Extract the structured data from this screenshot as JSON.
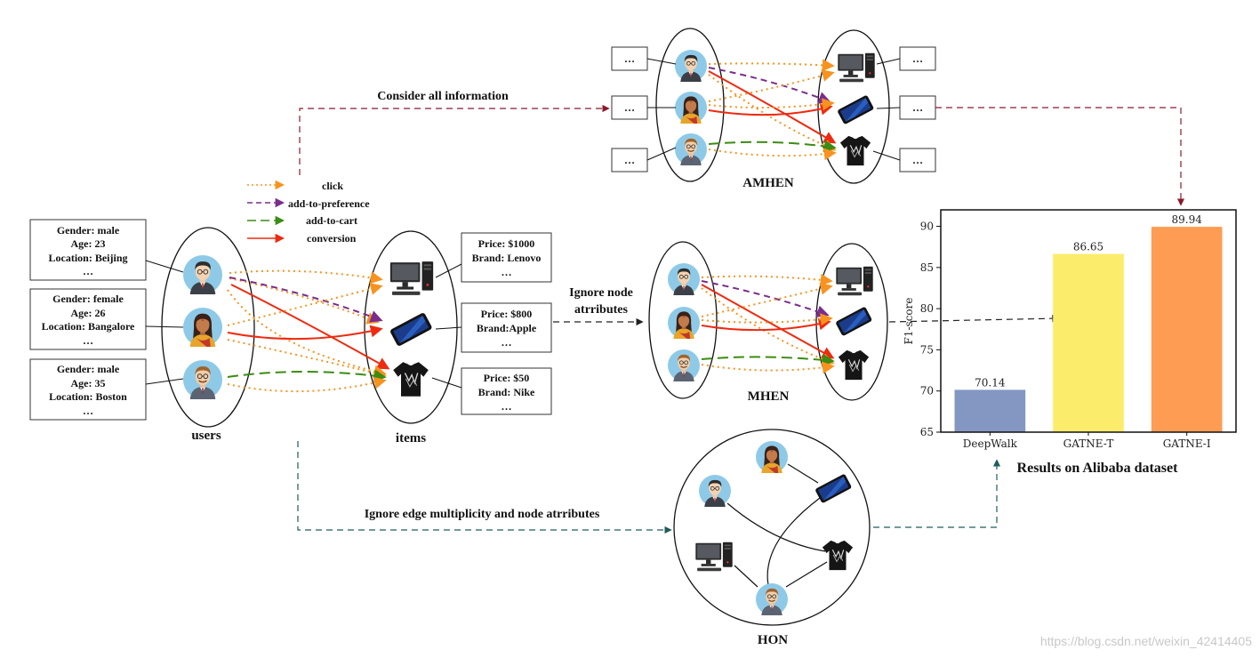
{
  "legend": {
    "click": "click",
    "add_to_preference": "add-to-preference",
    "add_to_cart": "add-to-cart",
    "conversion": "conversion"
  },
  "edge_colors": {
    "click": "#f7931e",
    "add_to_preference": "#7a2d8c",
    "add_to_cart": "#3a8c12",
    "conversion": "#ee2a10",
    "flow_red": "#8b1a2b",
    "flow_teal": "#1d5c5c",
    "flow_black": "#222222"
  },
  "users_label": "users",
  "items_label": "items",
  "user_info": [
    {
      "l1": "Gender: male",
      "l2": "Age: 23",
      "l3": "Location: Beijing",
      "l4": "…"
    },
    {
      "l1": "Gender: female",
      "l2": "Age: 26",
      "l3": "Location: Bangalore",
      "l4": "…"
    },
    {
      "l1": "Gender: male",
      "l2": "Age: 35",
      "l3": "Location: Boston",
      "l4": "…"
    }
  ],
  "item_info": [
    {
      "l1": "Price: $1000",
      "l2": "Brand: Lenovo",
      "l3": "…"
    },
    {
      "l1": "Price: $800",
      "l2": "Brand:Apple",
      "l3": "…"
    },
    {
      "l1": "Price: $50",
      "l2": "Brand: Nike",
      "l3": "…"
    }
  ],
  "amhen": {
    "label": "AMHEN",
    "flow_label": "Consider all information",
    "placeholder": "…"
  },
  "mhen": {
    "label": "MHEN",
    "flow_label_line1": "Ignore node",
    "flow_label_line2": "atrributes"
  },
  "hon": {
    "label": "HON",
    "flow_label": "Ignore edge multiplicity and node atrributes"
  },
  "chart_data": {
    "type": "bar",
    "title": "Results on Alibaba dataset",
    "ylabel": "F1-score",
    "categories": [
      "DeepWalk",
      "GATNE-T",
      "GATNE-I"
    ],
    "values": [
      70.14,
      86.65,
      89.94
    ],
    "value_labels": [
      "70.14",
      "86.65",
      "89.94"
    ],
    "colors": [
      "#8496c2",
      "#fcec6c",
      "#fe9c54"
    ],
    "ylim": [
      65,
      92
    ],
    "yticks": [
      65,
      70,
      75,
      80,
      85,
      90
    ]
  },
  "watermark": "https://blog.csdn.net/weixin_42414405"
}
